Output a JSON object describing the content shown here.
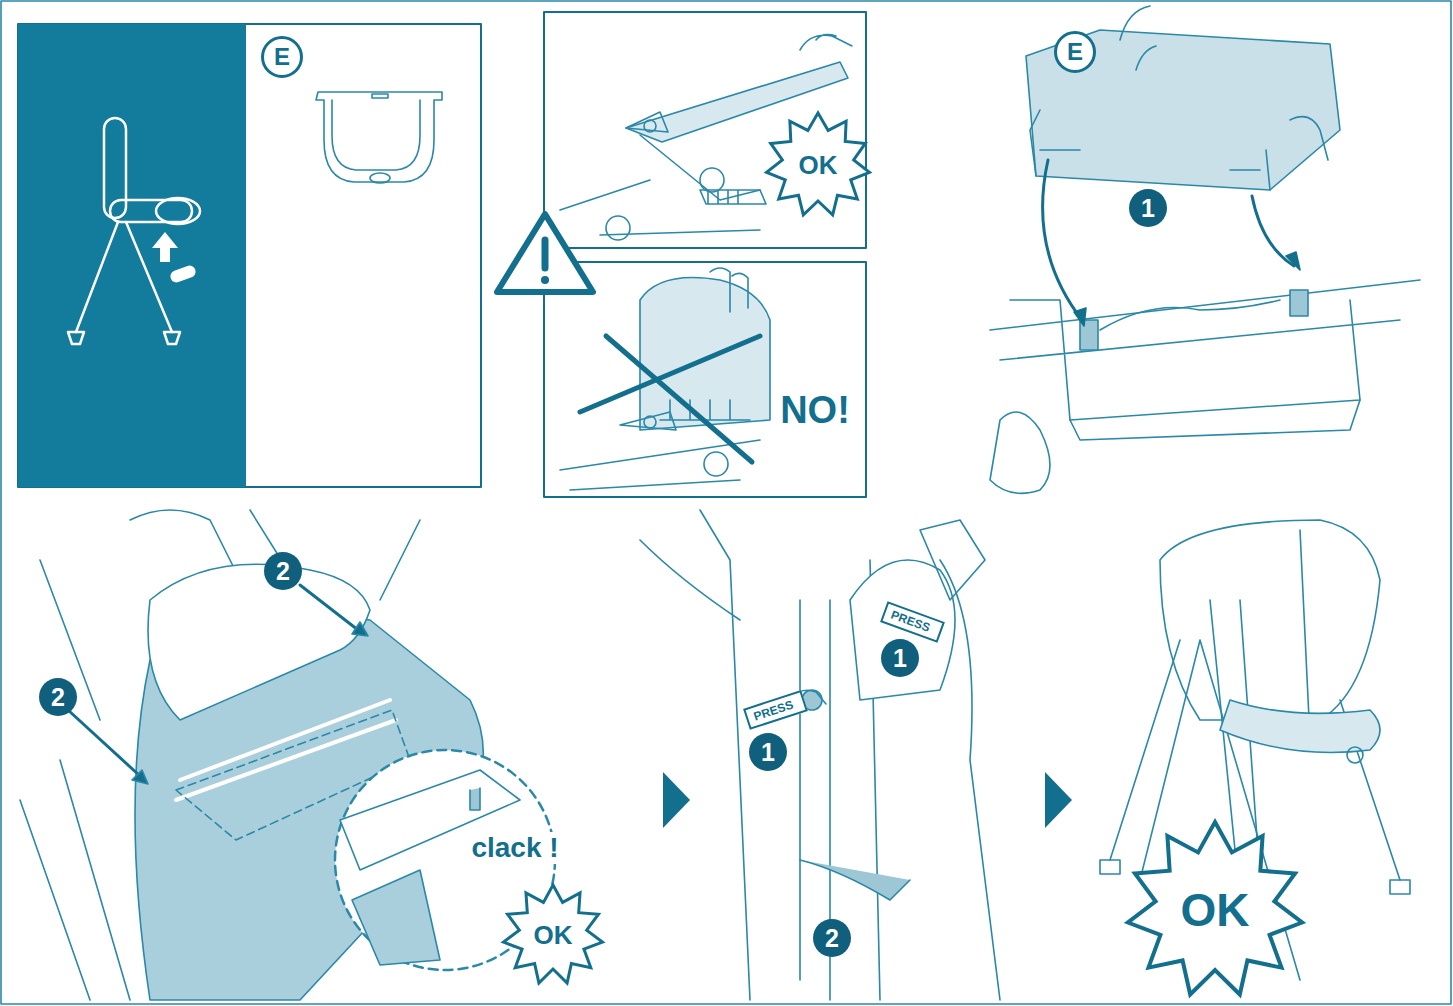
{
  "diagram": {
    "labels": [
      "E",
      "OK",
      "NO!",
      "E",
      "1",
      "2",
      "2",
      "clack !",
      "OK",
      "PRESS",
      "1",
      "PRESS",
      "1",
      "2",
      "OK"
    ]
  }
}
